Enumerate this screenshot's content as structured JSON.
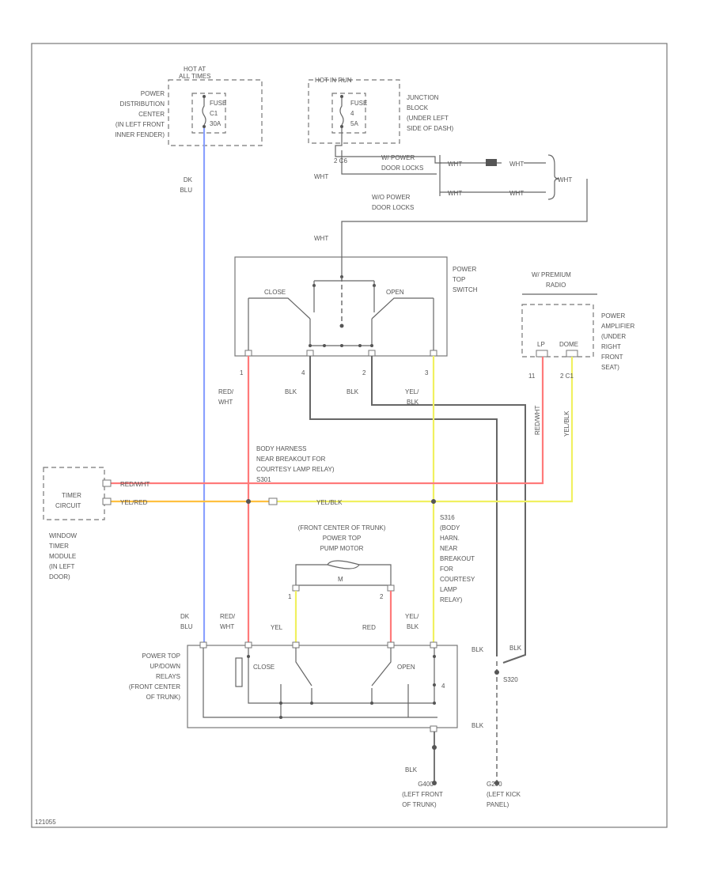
{
  "labels": {
    "hot_at": [
      "HOT AT",
      "ALL TIMES"
    ],
    "hot_in_run": "HOT IN RUN",
    "pdc": [
      "POWER",
      "DISTRIBUTION",
      "CENTER",
      "(IN LEFT FRONT",
      "INNER FENDER)"
    ],
    "fuse_c1": [
      "FUSE",
      "C1",
      "30A"
    ],
    "fuse_4": [
      "FUSE",
      "4",
      "5A"
    ],
    "junction_block": [
      "JUNCTION",
      "BLOCK",
      "(UNDER LEFT",
      "SIDE OF DASH)"
    ],
    "dk_blu_top": [
      "DK",
      "BLU"
    ],
    "c6": "2   C6",
    "wht_left": "WHT",
    "w_power_locks": [
      "W/ POWER",
      "DOOR LOCKS"
    ],
    "wo_power_locks": [
      "W/O POWER",
      "DOOR LOCKS"
    ],
    "wht_a": "WHT",
    "wht_b": "WHT",
    "wht_c": "WHT",
    "wht_d": "WHT",
    "wht_right": "WHT",
    "wht_switch": "WHT",
    "power_top_switch": [
      "POWER",
      "TOP",
      "SWITCH"
    ],
    "close_sw": "CLOSE",
    "open_sw": "OPEN",
    "w_premium_radio": [
      "W/ PREMIUM",
      "RADIO"
    ],
    "power_amplifier": [
      "POWER",
      "AMPLIFIER",
      "(UNDER",
      "RIGHT",
      "FRONT",
      "SEAT)"
    ],
    "lp": "LP",
    "dome": "DOME",
    "amp_pins_left": "11",
    "amp_pins_right": "2   C1",
    "sw_pin1": "1",
    "sw_pin4": "4",
    "sw_pin2": "2",
    "sw_pin3": "3",
    "red_wht_top": [
      "RED/",
      "WHT"
    ],
    "blk_top_1": "BLK",
    "blk_top_2": "BLK",
    "yel_blk_top": [
      "YEL/",
      "BLK"
    ],
    "red_wht_vert": "RED/WHT",
    "yel_blk_vert": "YEL/BLK",
    "body_harness": [
      "BODY HARNESS",
      "NEAR BREAKOUT FOR",
      "COURTESY LAMP RELAY)",
      "S301"
    ],
    "timer_circuit": [
      "TIMER",
      "CIRCUIT"
    ],
    "red_wht_h": "RED/WHT",
    "yel_red_h": "YEL/RED",
    "yel_blk_h": "YEL/BLK",
    "window_timer": [
      "WINDOW",
      "TIMER",
      "MODULE",
      "(IN LEFT",
      "DOOR)"
    ],
    "pump_motor": [
      "(FRONT CENTER OF TRUNK)",
      "POWER TOP",
      "PUMP MOTOR"
    ],
    "motor_m": "M",
    "s316": [
      "S316",
      "(BODY",
      "HARN.",
      "NEAR",
      "BREAKOUT",
      "FOR",
      "COURTESY",
      "LAMP",
      "RELAY)"
    ],
    "motor_pin1": "1",
    "motor_pin2": "2",
    "dk_blu_bot": [
      "DK",
      "BLU"
    ],
    "red_wht_bot": [
      "RED/",
      "WHT"
    ],
    "yel_bot": "YEL",
    "red_bot": "RED",
    "yel_blk_bot": [
      "YEL/",
      "BLK"
    ],
    "blk_right1": "BLK",
    "blk_right2": "BLK",
    "blk_right3": "BLK",
    "blk_bottom": "BLK",
    "relays": [
      "POWER TOP",
      "UP/DOWN",
      "RELAYS",
      "(FRONT CENTER",
      "OF TRUNK)"
    ],
    "close_relay": "CLOSE",
    "open_relay": "OPEN",
    "relay_pin": "4",
    "s320": "S320",
    "g400": [
      "G400",
      "(LEFT FRONT",
      "OF TRUNK)"
    ],
    "g200": [
      "G200",
      "(LEFT KICK",
      "PANEL)"
    ],
    "footer": "121055"
  },
  "colors": {
    "blue": "#8aa0ff",
    "red": "#ff7a7a",
    "yellow": "#f0f060",
    "orange": "#ffc040",
    "black": "#666666"
  }
}
